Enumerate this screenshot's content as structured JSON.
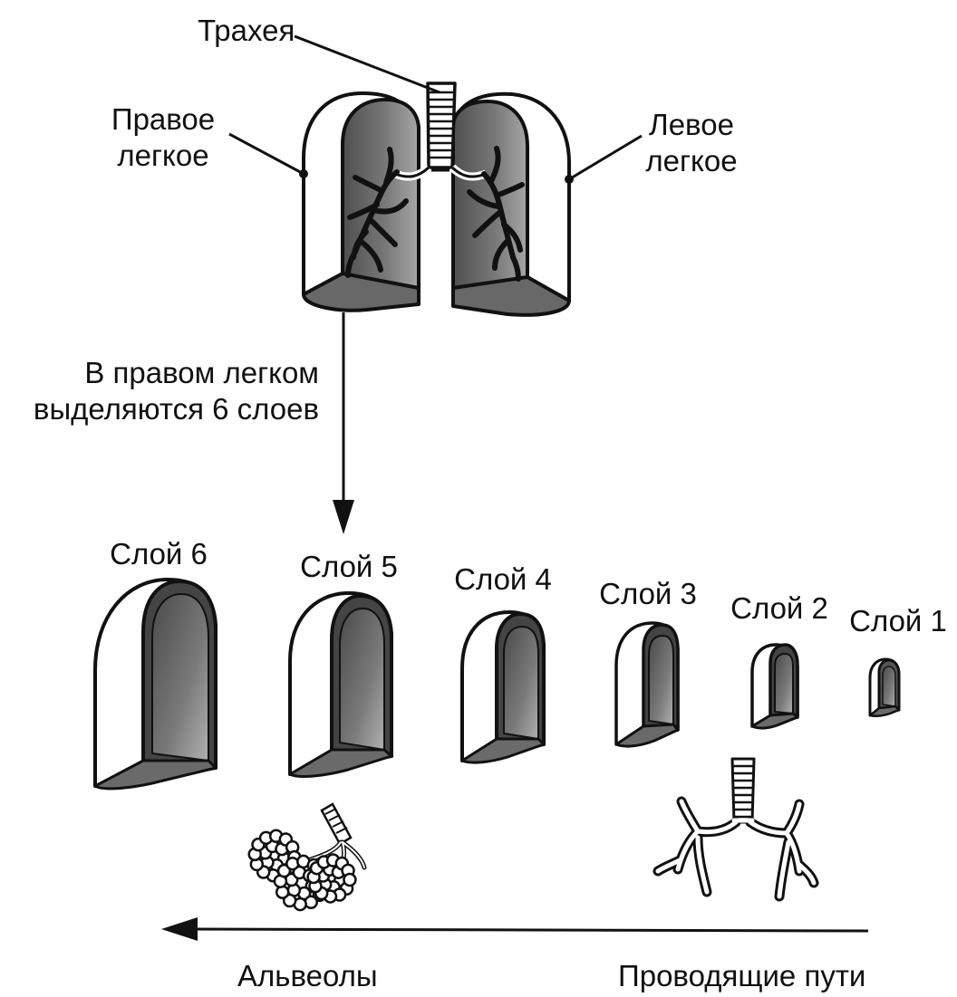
{
  "labels": {
    "trachea": "Трахея",
    "right_lung_line1": "Правое",
    "right_lung_line2": "легкое",
    "left_lung_line1": "Левое",
    "left_lung_line2": "легкое",
    "note_line1": "В правом легком",
    "note_line2": "выделяются 6 слоев",
    "alveoli": "Альвеолы",
    "airways": "Проводящие пути"
  },
  "layers": [
    {
      "label": "Слой 6"
    },
    {
      "label": "Слой 5"
    },
    {
      "label": "Слой 4"
    },
    {
      "label": "Слой 3"
    },
    {
      "label": "Слой 2"
    },
    {
      "label": "Слой 1"
    }
  ],
  "colors": {
    "outline": "#111111",
    "lung_dark": "#5e5e5e",
    "lung_light": "#9a9a9a",
    "white": "#ffffff"
  }
}
